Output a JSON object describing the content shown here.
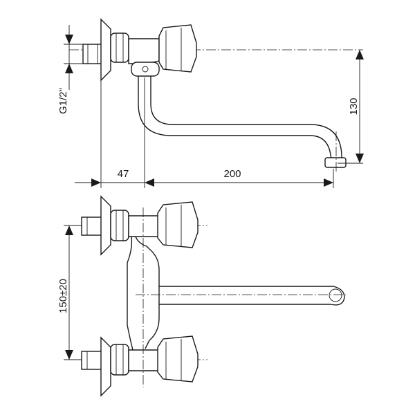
{
  "dimensions": {
    "thread": "G1/2\"",
    "wall_offset": "47",
    "spout_reach": "200",
    "spout_height": "130",
    "center_distance": "150±20"
  }
}
